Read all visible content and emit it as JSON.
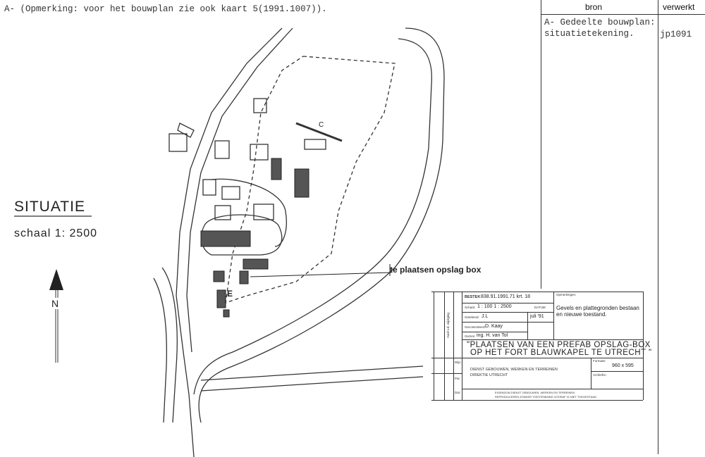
{
  "note": "A- (Opmerking: voor het bouwplan zie ook kaart 5(1991.1007)).",
  "table": {
    "headers": {
      "source": "bron",
      "processed": "verwerkt"
    },
    "rows": [
      {
        "source_line1": "A- Gedeelte bouwplan:",
        "source_line2": "situatietekening.",
        "processed": "jp1091"
      }
    ]
  },
  "drawing": {
    "title": "SITUATIE",
    "scale": "schaal 1: 2500",
    "north_label": "N",
    "callout": "te plaatsen opslag box",
    "map_labels": [
      "C",
      "E"
    ]
  },
  "title_block": {
    "bestek_label": "BESTEK",
    "bestek_value": "838.91.1991.71 krt. 18",
    "schaal_label": "Schaal:",
    "schaal_value": "1 : 100    1 : 2500",
    "datum_label": "DATUM",
    "getekend_label": "Getekend:",
    "getekend_value": "J.L",
    "datum_value": "juli '91",
    "gecontroleerd_label": "Gecontroleerd:",
    "gecontroleerd_value": "D. Kaay",
    "gezien_label": "Gezien:",
    "gezien_value": "ing. H. van Tol",
    "opmerkingen_label": "Opmerkingen:",
    "opmerkingen_value": "Gevels en plattegronden bestaan en nieuwe toestand.",
    "side_label": "Aard v.d. wijziging",
    "side_rows": [
      "Wijz.",
      "Par.",
      "Dat."
    ],
    "project_line1": "\"PLAATSEN VAN EEN PREFAB OPSLAG-BOX",
    "project_line2": "OP HET FORT BLAUWKAPEL TE UTRECHT \"",
    "formaat_label": "Formaat:",
    "formaat_value": "960 x 595",
    "archief_label": "Archiefnr.:",
    "department_line1": "DIENST GEBOUWEN, WERKEN EN TERREINEN",
    "department_line2": "DIREKTIE UTRECHT",
    "footer_line1": "EIGENDOM DIENST GEBOUWEN, WERKEN EN TERREINEN",
    "footer_line2": "REPRODUCEREN ZONDER TOESTEMMING VOORAF IS NIET TOEGESTAAN"
  }
}
